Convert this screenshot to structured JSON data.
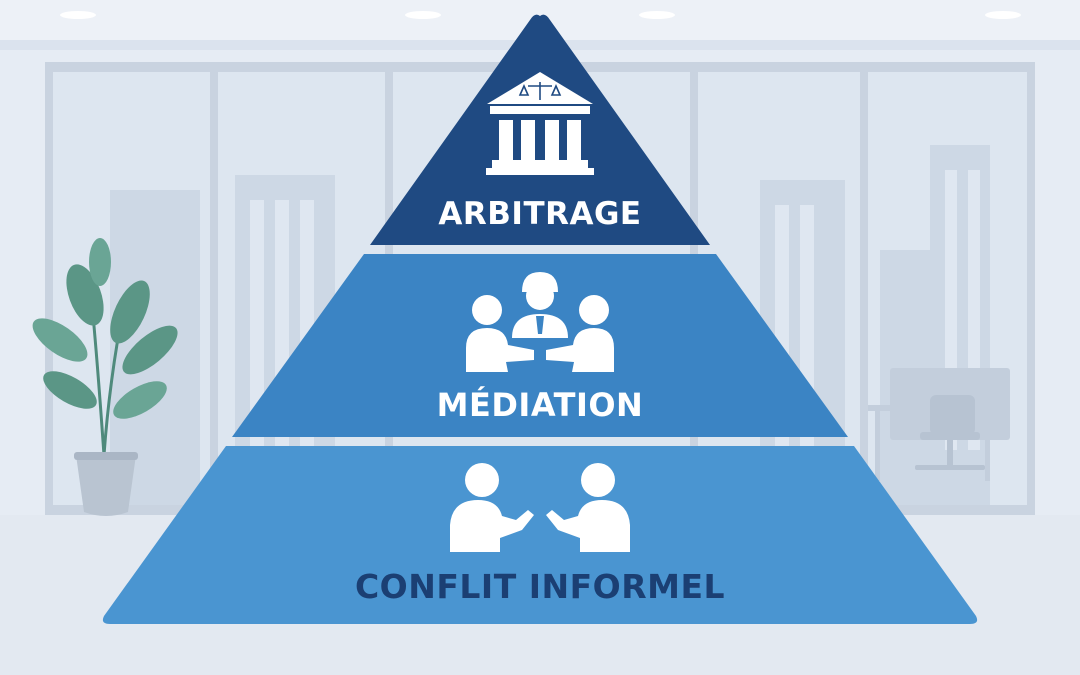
{
  "pyramid": {
    "tiers": [
      {
        "label": "ARBITRAGE",
        "icon": "courthouse-scales-icon",
        "fill": "#1f4a82",
        "text_color": "#ffffff"
      },
      {
        "label": "MÉDIATION",
        "icon": "mediation-meeting-icon",
        "fill": "#3b84c4",
        "text_color": "#ffffff"
      },
      {
        "label": "CONFLIT INFORMEL",
        "icon": "two-people-talking-icon",
        "fill": "#4a95d1",
        "text_color": "#1b3f73"
      }
    ]
  },
  "colors": {
    "background": "#e9eef5",
    "window_frame": "#c7d2e0",
    "building": "#cfd9e6",
    "plant_leaf": "#5a9586",
    "pot": "#b9c4d1"
  }
}
